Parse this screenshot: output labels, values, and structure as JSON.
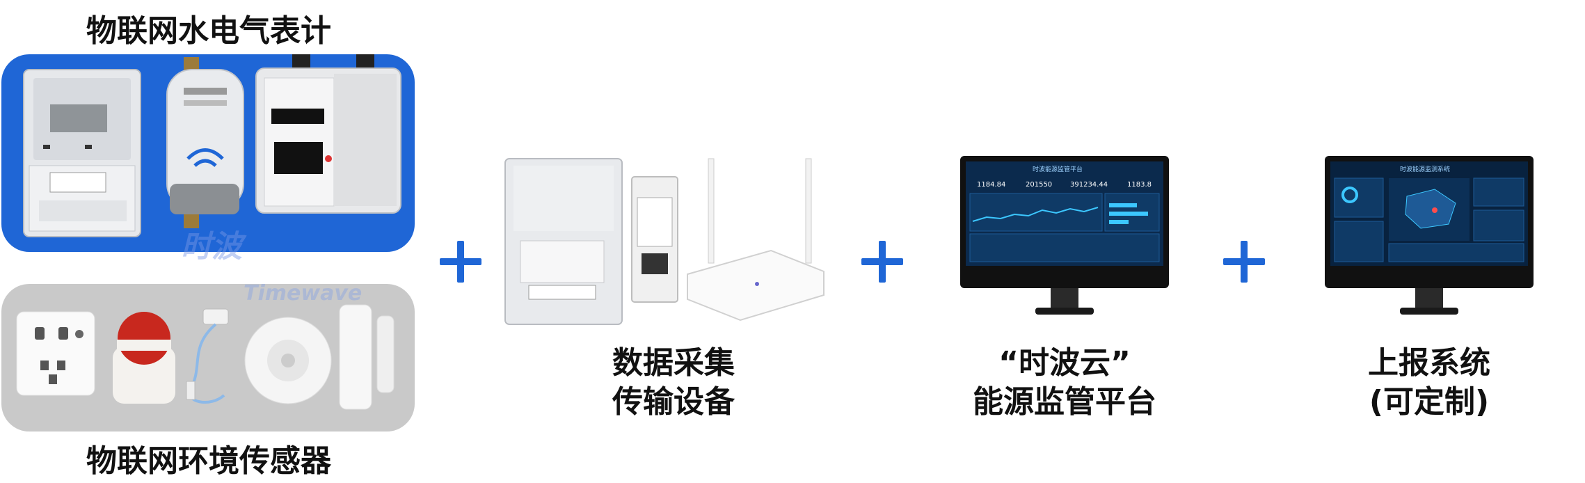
{
  "labels": {
    "iot_meters": "物联网水电气表计",
    "iot_sensors": "物联网环境传感器",
    "collect_line1": "数据采集",
    "collect_line2": "传输设备",
    "platform_line1": "“时波云”",
    "platform_line2": "能源监管平台",
    "report_line1": "上报系统",
    "report_line2": "(可定制)"
  },
  "screen1": {
    "title": "时波能源监管平台",
    "stat1": "1184.84",
    "stat2": "201550",
    "stat3": "391234.44",
    "stat4": "1183.8"
  },
  "screen2": {
    "title": "时波能源监测系统"
  },
  "colors": {
    "accent_blue": "#1f66d6",
    "grey_panel": "#c9c9c9",
    "screen_bg": "#0b2a4d"
  }
}
